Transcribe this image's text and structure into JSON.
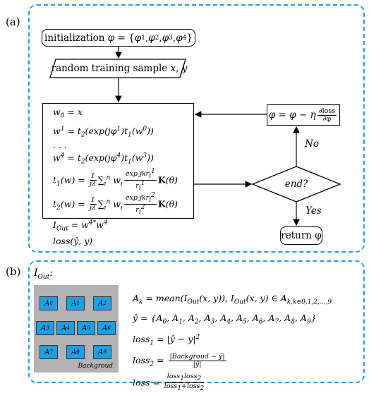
{
  "panel_a": {
    "label": "(a)",
    "init": "initialization",
    "sample": "random training sample",
    "update_label": "φ = φ − η",
    "decision": "end?",
    "no_label": "No",
    "yes_label": "Yes",
    "return_label": "return φ"
  },
  "panel_b": {
    "label": "(b)",
    "title": "I",
    "title_sub": "Out",
    "background_label": "Backgroud",
    "cells": [
      "A",
      "A",
      "A",
      "A",
      "A",
      "A",
      "A",
      "A",
      "A",
      "A"
    ],
    "cell_subs": [
      "0",
      "1",
      "2",
      "3",
      "4",
      "5",
      "6",
      "7",
      "8",
      "9"
    ]
  }
}
